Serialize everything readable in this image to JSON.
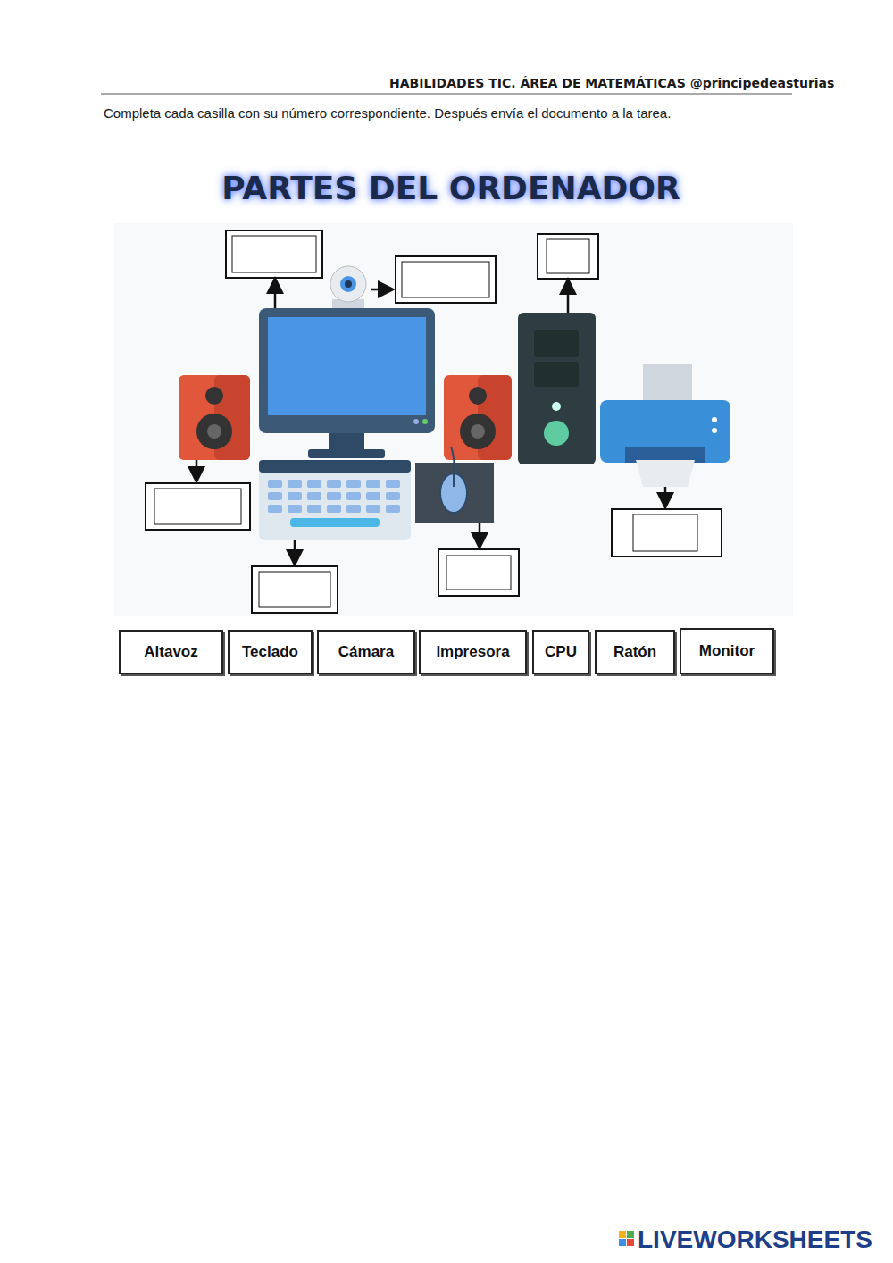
{
  "diagram": {
    "title": "PARTES DEL ORDENADOR",
    "nodes": [
      {
        "text": [
          "Altavoz"
        ]
      },
      {
        "text": [
          "Teclado"
        ]
      },
      {
        "text": [
          "Cámara"
        ]
      },
      {
        "text": [
          "Impresora"
        ]
      },
      {
        "text": [
          "CPU"
        ]
      },
      {
        "text": [
          "Ratón"
        ]
      },
      {
        "text": [
          "Monitor"
        ]
      }
    ],
    "labels": [
      "HABILIDADES TIC. ÁREA DE MATEMÁTICAS @principedeasturias",
      "Completa cada casilla con su número correspondiente. Después envía el documento a la tarea.",
      "LIVEWORKSHEETS"
    ]
  }
}
